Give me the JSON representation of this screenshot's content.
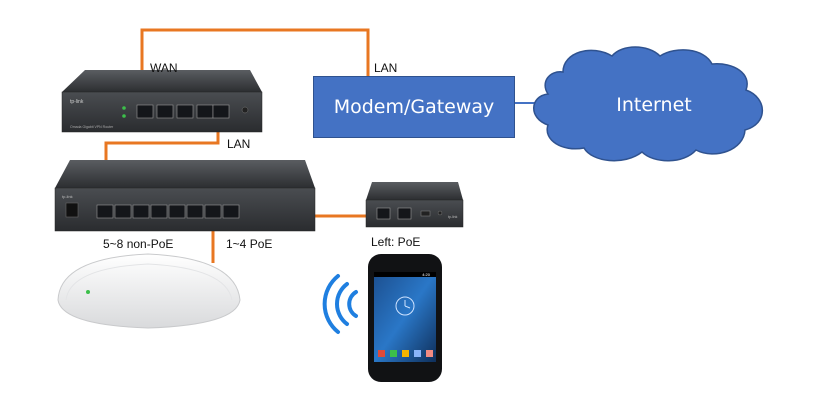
{
  "labels": {
    "wan": "WAN",
    "lan_modem": "LAN",
    "lan_router": "LAN",
    "non_poe": "5~8 non-PoE",
    "poe": "1~4 PoE",
    "left_poe": "Left: PoE"
  },
  "modem": {
    "label": "Modem/Gateway"
  },
  "cloud": {
    "label": "Internet"
  },
  "router": {
    "brand": "tp-link",
    "model": "Omada Gigabit VPN Router"
  },
  "switch": {
    "brand": "tp-link"
  },
  "controller": {
    "brand": "tp-link"
  },
  "phone": {
    "time": "4:20"
  },
  "colors": {
    "cable": "#e87722",
    "modem_fill": "#4472c4",
    "cloud_fill": "#4472c4",
    "device_dark": "#3a3c3f",
    "led_green": "#3cbf4a",
    "wifi_blue": "#1f7fe0"
  }
}
